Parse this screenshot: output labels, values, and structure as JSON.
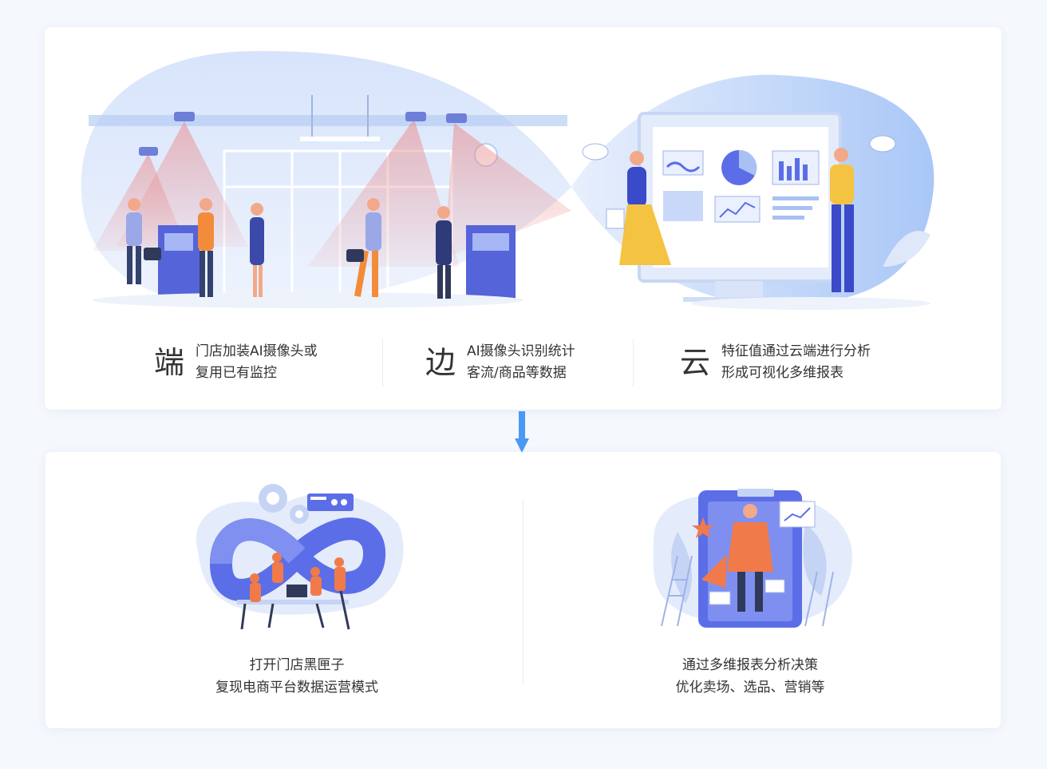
{
  "features": [
    {
      "char": "端",
      "line1": "门店加装AI摄像头或",
      "line2": "复用已有监控"
    },
    {
      "char": "边",
      "line1": "AI摄像头识别统计",
      "line2": "客流/商品等数据"
    },
    {
      "char": "云",
      "line1": "特征值通过云端进行分析",
      "line2": "形成可视化多维报表"
    }
  ],
  "outcomes": [
    {
      "line1": "打开门店黑匣子",
      "line2": "复现电商平台数据运营模式"
    },
    {
      "line1": "通过多维报表分析决策",
      "line2": "优化卖场、选品、营销等"
    }
  ],
  "colors": {
    "accent": "#4a9af5",
    "illustration_blue": "#5b6ee8",
    "light_blue": "#c9dbf8",
    "orange": "#f07a4a",
    "yellow": "#f5c342"
  }
}
